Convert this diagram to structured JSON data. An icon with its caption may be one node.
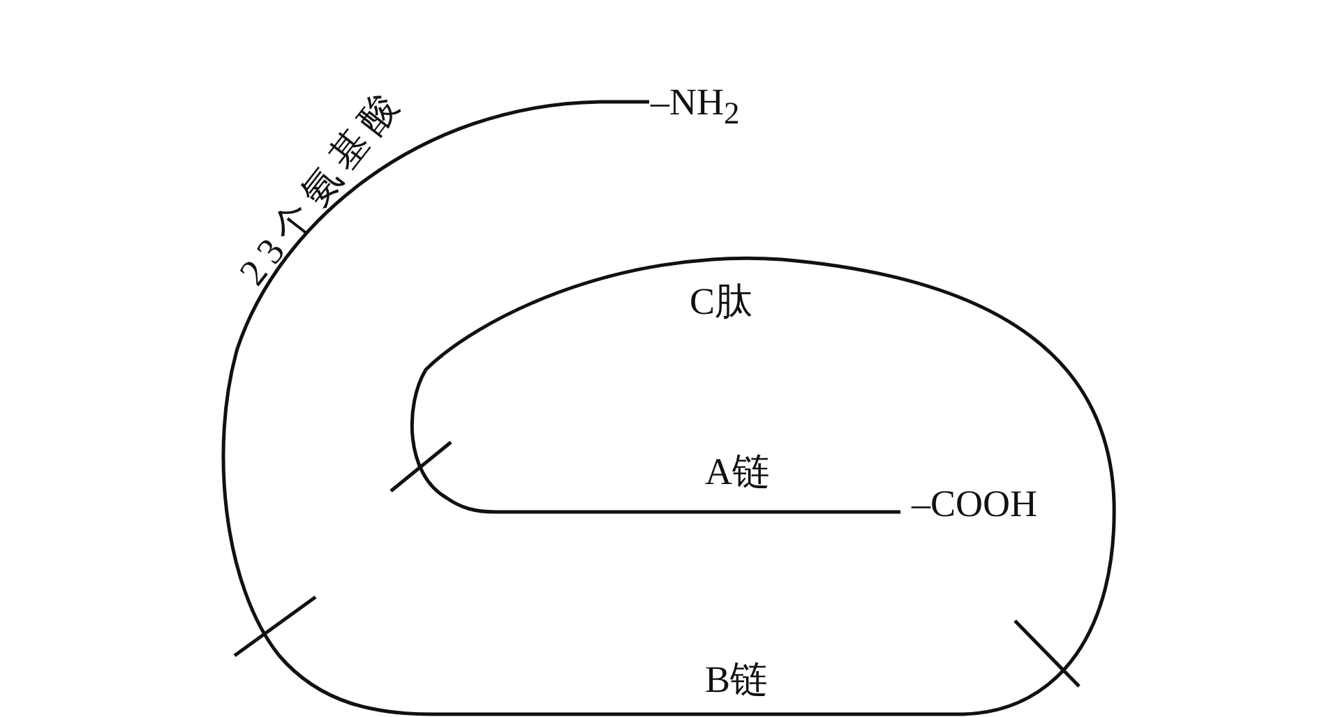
{
  "diagram": {
    "labels": [
      "23个氨基酸",
      "–NH$_{2}$",
      "C肽",
      "A链",
      "–COOH",
      "B链"
    ]
  }
}
